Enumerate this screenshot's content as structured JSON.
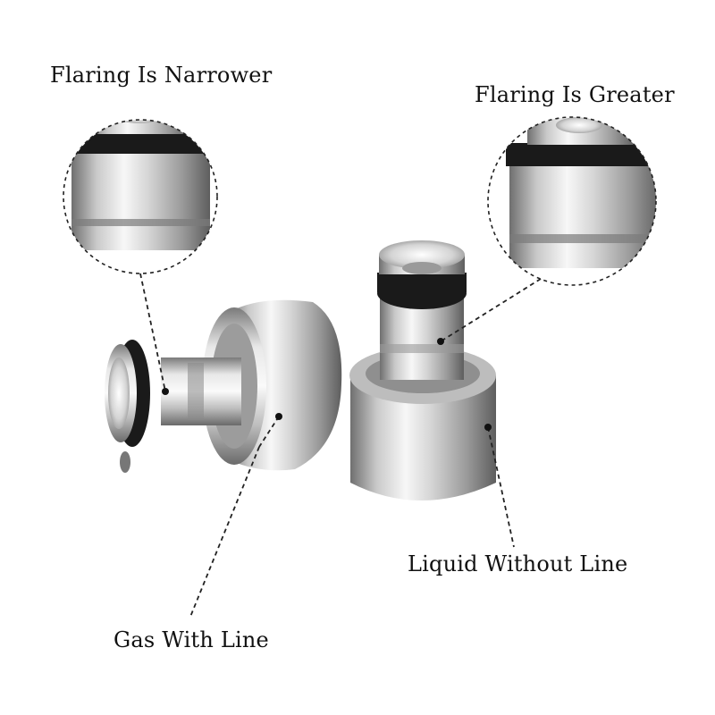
{
  "labels": {
    "flaring_narrower": "Flaring Is Narrower",
    "flaring_greater": "Flaring Is Greater",
    "liquid_without_line": "Liquid Without Line",
    "gas_with_line": "Gas With Line"
  },
  "colors": {
    "background": "#ffffff",
    "steel_light": "#f2f2f2",
    "steel_mid": "#b9b9b9",
    "steel_dark": "#6e6e6e",
    "o_ring": "#1a1a1a",
    "callout_line": "#222222"
  }
}
